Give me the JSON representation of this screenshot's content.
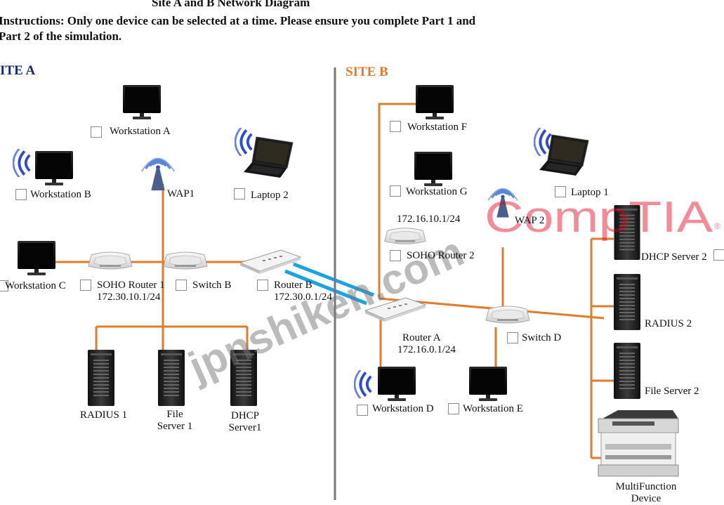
{
  "header": {
    "title": "Site A and B Network Diagram",
    "instructions_line1": "Instructions: Only one device can be selected at a time. Please ensure you complete Part 1 and",
    "instructions_line2": "Part 2 of the simulation."
  },
  "sites": {
    "a": {
      "label": "ITE A",
      "color": "#1a2a6b"
    },
    "b": {
      "label": "SITE B",
      "color": "#e07b2a"
    }
  },
  "colors": {
    "cable": "#e07b2a",
    "wan": "#19a3e0",
    "divider": "#777777",
    "watermark": "#777777",
    "brand": "#e4001b"
  },
  "devices": {
    "workstation_a": {
      "label": "Workstation A"
    },
    "workstation_b": {
      "label": "Workstation B"
    },
    "wap1": {
      "label": "WAP1"
    },
    "laptop_2": {
      "label": "Laptop 2"
    },
    "workstation_c": {
      "label": "Workstation C"
    },
    "soho_router_1": {
      "label": "SOHO Router 1",
      "ip": "172.30.10.1/24"
    },
    "switch_b": {
      "label": "Switch B"
    },
    "router_b": {
      "label": "Router B",
      "ip": "172.30.0.1/24"
    },
    "radius_1": {
      "label": "RADIUS 1"
    },
    "file_server_1": {
      "label_line1": "File",
      "label_line2": "Server 1"
    },
    "dhcp_server_1": {
      "label_line1": "DHCP",
      "label_line2": "Server1"
    },
    "workstation_f": {
      "label": "Workstation F"
    },
    "workstation_g": {
      "label": "Workstation G"
    },
    "soho_router_2": {
      "label": "SOHO Router 2",
      "ip": "172.16.10.1/24"
    },
    "wap2": {
      "label": "WAP 2"
    },
    "laptop_1": {
      "label": "Laptop 1"
    },
    "dhcp_server_2": {
      "label": "DHCP Server 2"
    },
    "radius_2": {
      "label": "RADIUS 2"
    },
    "file_server_2": {
      "label": "File Server 2"
    },
    "router_a": {
      "label": "Router A",
      "ip": "172.16.0.1/24"
    },
    "switch_d": {
      "label": "Switch D"
    },
    "workstation_d": {
      "label": "Workstation D"
    },
    "workstation_e": {
      "label": "Workstation E"
    },
    "multifunction": {
      "label_line1": "MultiFunction",
      "label_line2": "Device"
    }
  },
  "watermark": {
    "site_text": "jpnshiken.com",
    "brand_text": "CompTIA",
    "brand_mark": "®"
  }
}
